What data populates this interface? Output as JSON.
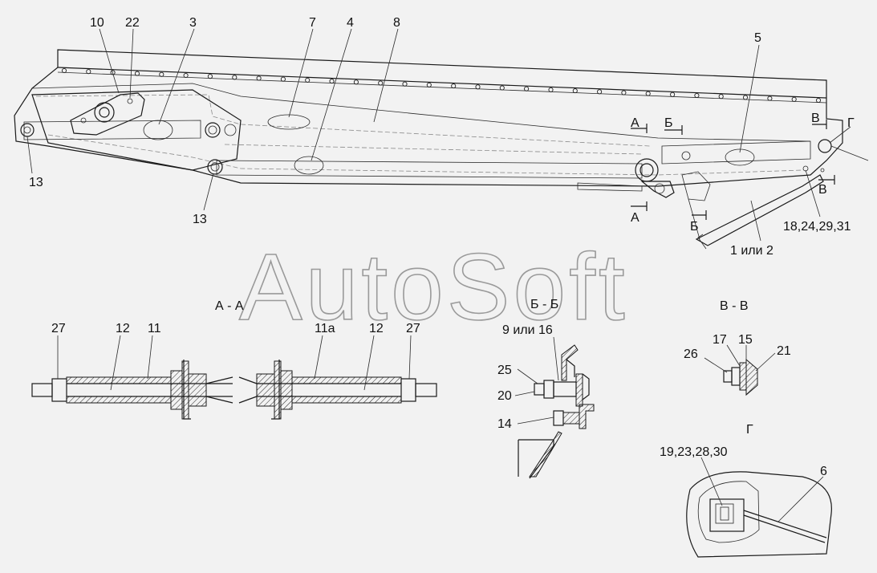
{
  "watermark": "AutoSoft",
  "section_titles": {
    "aa": "А - А",
    "bb": "Б - Б",
    "vv": "В - В",
    "g": "Г"
  },
  "section_marks": {
    "a_top": "А",
    "a_bottom": "А",
    "b_top": "Б",
    "b_bottom": "Б",
    "v_top": "В",
    "v_bottom": "В",
    "g_top": "Г"
  },
  "callouts": {
    "c10": "10",
    "c22": "22",
    "c3": "3",
    "c7": "7",
    "c4": "4",
    "c8": "8",
    "c5": "5",
    "c13a": "13",
    "c13b": "13",
    "c18": "18,24,29,31",
    "c1": "1 или 2",
    "aa27l": "27",
    "aa12l": "12",
    "aa11": "11",
    "aa11a": "11а",
    "aa12r": "12",
    "aa27r": "27",
    "bb916": "9 или 16",
    "bb25": "25",
    "bb20": "20",
    "bb14": "14",
    "vv26": "26",
    "vv17": "17",
    "vv15": "15",
    "vv21": "21",
    "g19": "19,23,28,30",
    "g6": "6"
  }
}
